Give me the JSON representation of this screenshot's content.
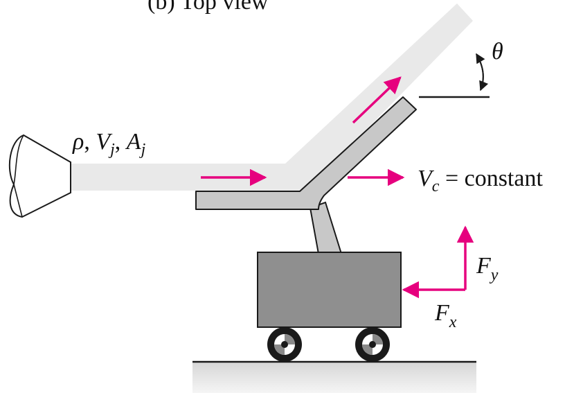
{
  "caption_fragment": "(b)  Top view",
  "jet_label": {
    "rho": "ρ",
    "sep1": ", ",
    "v": "V",
    "v_sub": "j",
    "sep2": ", ",
    "a": "A",
    "a_sub": "j"
  },
  "velocity_label": {
    "v": "V",
    "v_sub": "c",
    "rest": " = constant"
  },
  "angle_label": "θ",
  "force_y": {
    "f": "F",
    "sub": "y"
  },
  "force_x": {
    "f": "F",
    "sub": "x"
  },
  "colors": {
    "arrow": "#e6007e",
    "jet": "#e9e9e9",
    "vane": "#c8c8c8",
    "cart": "#8f8f8f",
    "ground": "#e3e3e3",
    "outline": "#1a1a1a"
  }
}
